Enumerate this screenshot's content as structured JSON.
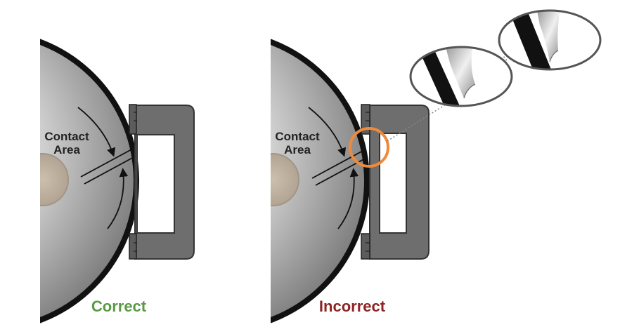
{
  "panels": {
    "correct": {
      "contact_line1": "Contact",
      "contact_line2": "Area",
      "caption": "Correct"
    },
    "incorrect": {
      "contact_line1": "Contact",
      "contact_line2": "Area",
      "caption": "Incorrect"
    }
  },
  "colors": {
    "correct_caption": "#5a9a45",
    "incorrect_caption": "#8e2424",
    "highlight_circle": "#ef8a3a",
    "bracket": "#6e6e6e",
    "rim": "#111111"
  }
}
